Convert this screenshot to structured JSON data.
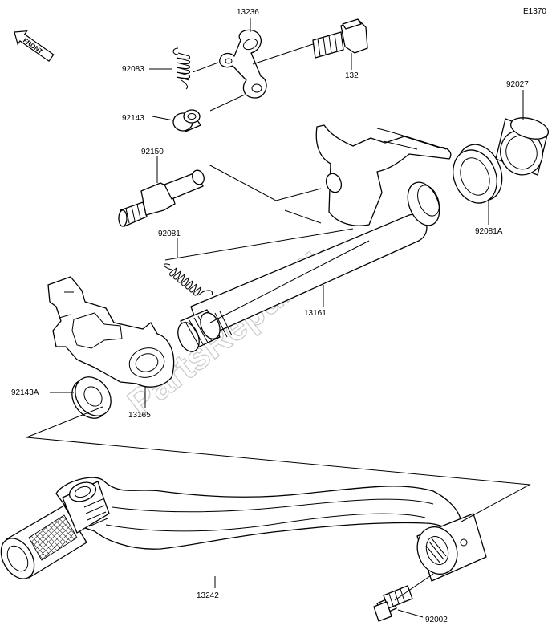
{
  "diagram_code": "E1370",
  "front_marker": "FRONT",
  "watermark": "PartsRepublik",
  "parts": {
    "p13236": "13236",
    "p92083": "92083",
    "p132": "132",
    "p92143": "92143",
    "p92027": "92027",
    "p92150": "92150",
    "p92081A": "92081A",
    "p92081": "92081",
    "p13161": "13161",
    "p92143A": "92143A",
    "p13165": "13165",
    "p13242": "13242",
    "p92002": "92002"
  }
}
